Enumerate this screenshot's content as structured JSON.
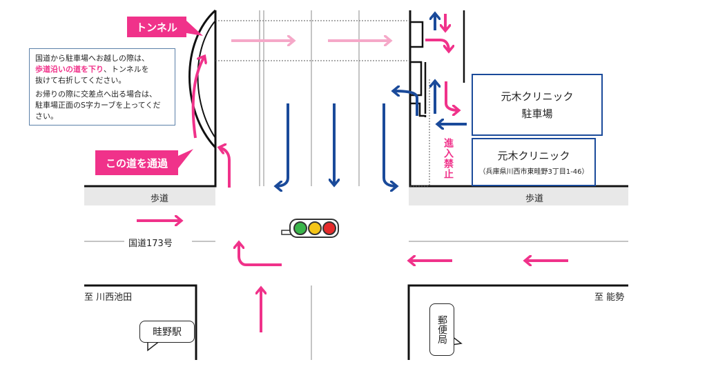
{
  "labels": {
    "tunnel": "トンネル",
    "this_road": "この道を通過",
    "sidewalk_left": "歩道",
    "sidewalk_right": "歩道",
    "national_road": "国道173号",
    "to_kawanishi": "至 川西池田",
    "to_nose": "至 能勢",
    "station": "畦野駅",
    "post_office": "郵便局",
    "no_entry": "進入禁止"
  },
  "info": {
    "line1": "国道から駐車場へお越しの際は、",
    "line2_highlight": "歩道沿いの道を下り",
    "line2_rest": "、トンネルを",
    "line3": "抜けて右折してください。",
    "line4": "お帰りの際に交差点へ出る場合は、",
    "line5": "駐車場正面のS字カーブを上ってくだ",
    "line6": "さい。"
  },
  "clinic_parking": {
    "name": "元木クリニック",
    "sub": "駐車場"
  },
  "clinic": {
    "name": "元木クリニック",
    "address": "（兵庫県川西市東畦野3丁目1-46）"
  },
  "colors": {
    "pink": "#f0328a",
    "light_pink": "#f5a8c8",
    "blue": "#1a4a9a",
    "sidewalk": "#e8e8e8"
  },
  "icons": [
    "traffic-light-icon"
  ]
}
